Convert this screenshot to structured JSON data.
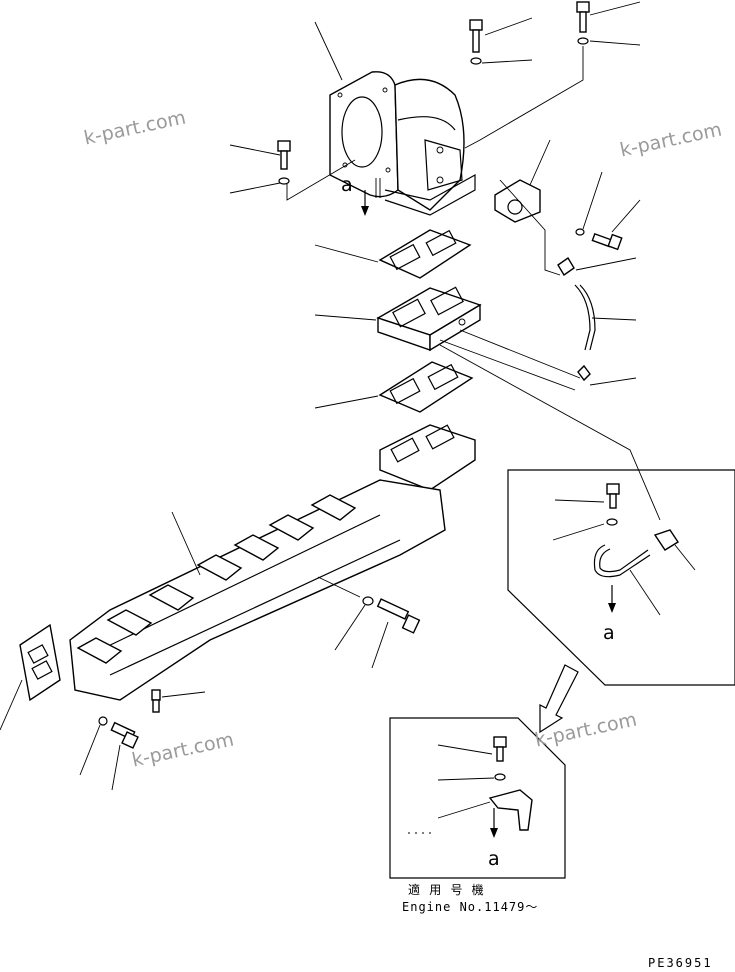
{
  "diagram": {
    "watermark_text": "k-part.com",
    "view_letter": "a",
    "applicability_label": "適 用 号 機",
    "engine_number_label": "Engine No.11479〜",
    "drawing_code": "PE36951",
    "colors": {
      "line": "#000000",
      "watermark": "#9a9a9a",
      "background": "#ffffff"
    }
  }
}
